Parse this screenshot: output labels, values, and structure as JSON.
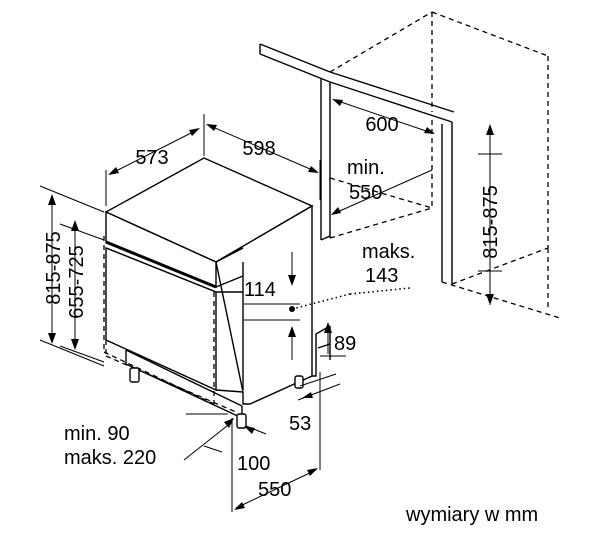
{
  "diagram": {
    "dimensions": {
      "depth_573": "573",
      "width_598": "598",
      "niche_width_600": "600",
      "niche_depth_min_label": "min.",
      "niche_depth_min_value": "550",
      "niche_height_815_875_right": "815-875",
      "height_815_875_left": "815-875",
      "height_655_725": "655-725",
      "maks_label": "maks.",
      "maks_value_143": "143",
      "panel_114": "114",
      "plinth_89": "89",
      "plinth_53": "53",
      "plinth_range_min": "min. 90",
      "plinth_range_max": "maks. 220",
      "plinth_100": "100",
      "depth_550": "550"
    },
    "footer_note": "wymiary w mm"
  }
}
